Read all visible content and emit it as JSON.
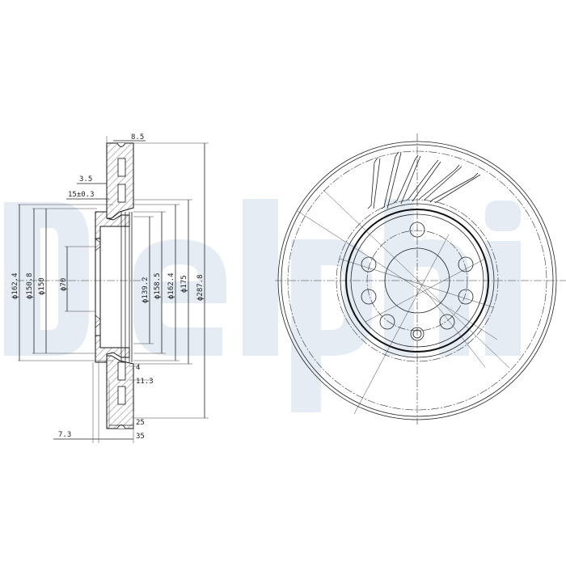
{
  "watermark": {
    "text": "Delphi",
    "color": "#e6ecf4"
  },
  "side_view": {
    "title": "Brake disc cross-section",
    "dimensions": {
      "thickness_top": "8.5",
      "offset_hat": "3.5",
      "hat_wall": "15±0.3",
      "dia_162_4_left": "ϕ162.4",
      "dia_150_8": "ϕ150.8",
      "dia_150": "ϕ150",
      "dia_70": "ϕ70",
      "dia_139_2": "ϕ139.2",
      "dia_158_5": "ϕ158.5",
      "dia_162_4_right": "ϕ162.4",
      "dia_175": "ϕ175",
      "dia_287_8": "ϕ287.8",
      "vent_4": "4",
      "vent_11_3": "11.3",
      "height_25": "25",
      "height_35": "35",
      "offset_7_3": "7.3"
    }
  },
  "front_view": {
    "title": "Brake disc front view",
    "bolt_holes": 8,
    "cooling_vanes_shown": 6
  }
}
